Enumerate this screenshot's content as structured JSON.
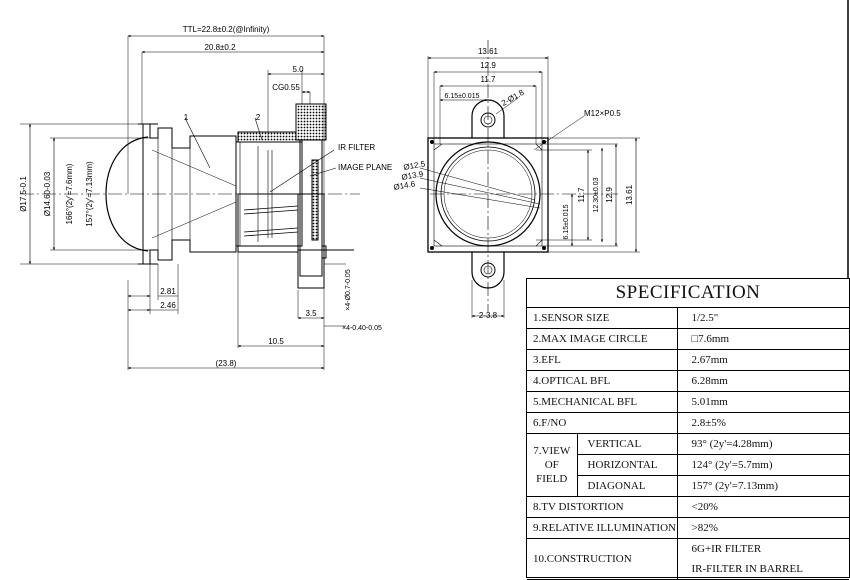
{
  "drawing": {
    "ttl": "TTL=22.8±0.2(@Infinity)",
    "overall_length": "20.8±0.2",
    "dim_5_0": "5.0",
    "cg_thickness": "CG0.55",
    "callout_1": "1",
    "callout_2": "2",
    "ir_filter": "IR FILTER",
    "image_plane": "IMAGE PLANE",
    "outer_dia": "Ø17.5-0.1",
    "front_dia": "Ø14.60-0.03",
    "fov_166": "166°(2y'=7.6mm)",
    "fov_157": "157°(2y'=7.13mm)",
    "dim_2_81": "2.81",
    "dim_2_46": "2.46",
    "dim_3_5": "3.5",
    "dim_10_5": "10.5",
    "dim_23_8": "(23.8)",
    "hole_spec_1": "×4-Ø0.7-0.05",
    "hole_spec_2": "×4-0.40-0.05",
    "top_13_61": "13.61",
    "top_12_9": "12.9",
    "top_11_7": "11.7",
    "dim_6_15_top": "6.15±0.015",
    "hole_2_dia": "2-Ø1.8",
    "thread": "M12×P0.5",
    "dia_12_5": "Ø12.5",
    "dia_13_9": "Ø13.9",
    "dia_14_6": "Ø14.6",
    "dim_6_15_side": "6.15±0.015",
    "side_11_7": "11.7",
    "side_12_30": "12.30±0.03",
    "side_12_9": "12.9",
    "side_13_61": "13.61",
    "bottom_2_3_8": "2-3.8"
  },
  "spec": {
    "title": "SPECIFICATION",
    "rows": [
      {
        "label": "1.SENSOR SIZE",
        "value": "1/2.5\""
      },
      {
        "label": "2.MAX IMAGE CIRCLE",
        "value": "□7.6mm"
      },
      {
        "label": "3.EFL",
        "value": "2.67mm"
      },
      {
        "label": "4.OPTICAL BFL",
        "value": "6.28mm"
      },
      {
        "label": "5.MECHANICAL BFL",
        "value": "5.01mm"
      },
      {
        "label": "6.F/NO",
        "value": "2.8±5%"
      }
    ],
    "view": {
      "group_line1": "7.VIEW",
      "group_line2": "OF",
      "group_line3": "FIELD",
      "vertical_label": "VERTICAL",
      "vertical_value": "93° (2y'=4.28mm)",
      "horizontal_label": "HORIZONTAL",
      "horizontal_value": "124° (2y'=5.7mm)",
      "diagonal_label": "DIAGONAL",
      "diagonal_value": "157° (2y'=7.13mm)"
    },
    "rows2": [
      {
        "label": "8.TV DISTORTION",
        "value": "<20%"
      },
      {
        "label": "9.RELATIVE ILLUMINATION",
        "value": ">82%"
      }
    ],
    "construction": {
      "label": "10.CONSTRUCTION",
      "value_line1": "6G+IR FILTER",
      "value_line2": "IR-FILTER IN BARREL"
    }
  }
}
